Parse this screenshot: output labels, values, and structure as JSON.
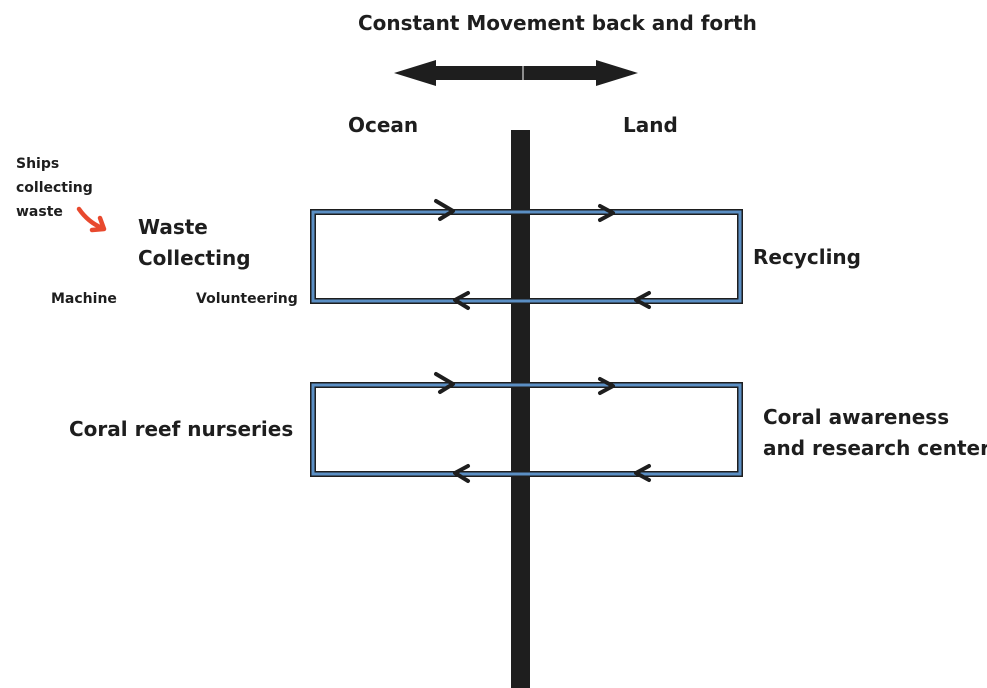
{
  "title": "Constant Movement back and forth",
  "sides": {
    "left": "Ocean",
    "right": "Land"
  },
  "note": {
    "lines": [
      "Ships",
      "collecting",
      "waste"
    ]
  },
  "loop1": {
    "left_label": [
      "Waste",
      "Collecting"
    ],
    "bottom_left_labels": [
      "Machine",
      "Volunteering"
    ],
    "right_label": "Recycling"
  },
  "loop2": {
    "left_label": "Coral reef nurseries",
    "right_label": [
      "Coral awareness",
      "and research center"
    ]
  },
  "colors": {
    "divider": "#1e1e1e",
    "loop_fill": "#5b8fc4",
    "loop_stroke": "#1e1e1e",
    "note_arrow": "#e8492e"
  }
}
